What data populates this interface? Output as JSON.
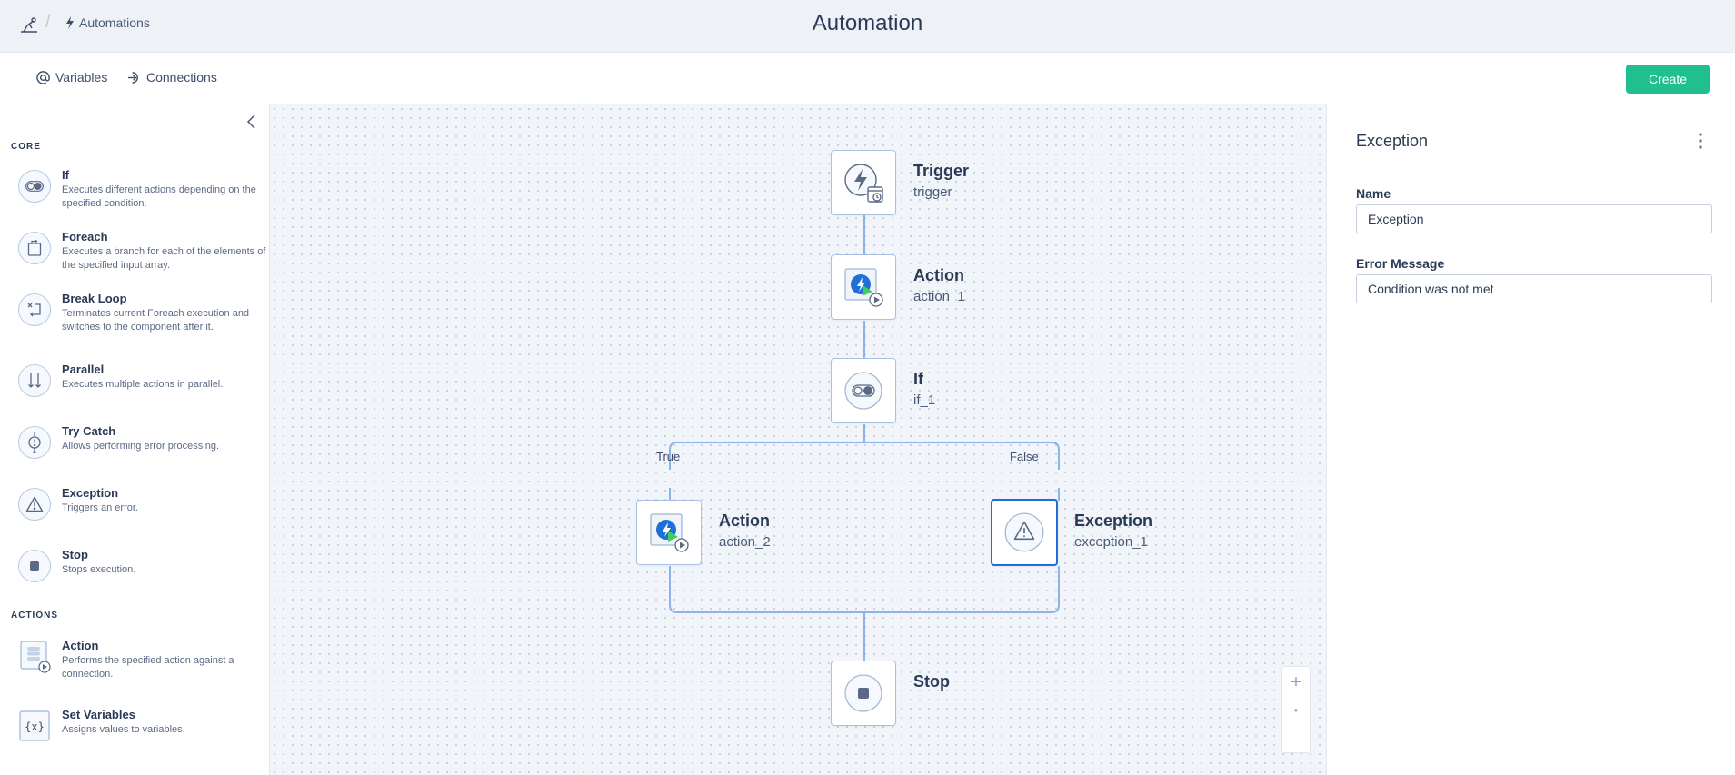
{
  "header": {
    "breadcrumb": "Automations",
    "title": "Automation"
  },
  "toolbar": {
    "variables_label": "Variables",
    "connections_label": "Connections",
    "create_label": "Create"
  },
  "palette": {
    "core_title": "CORE",
    "actions_title": "ACTIONS",
    "core_items": [
      {
        "name": "If",
        "desc": "Executes different actions depending on the specified condition.",
        "icon": "toggle-icon"
      },
      {
        "name": "Foreach",
        "desc": "Executes a branch for each of the elements of the specified input array.",
        "icon": "foreach-icon"
      },
      {
        "name": "Break Loop",
        "desc": "Terminates current Foreach execution and switches to the component after it.",
        "icon": "break-loop-icon"
      },
      {
        "name": "Parallel",
        "desc": "Executes multiple actions in parallel.",
        "icon": "parallel-icon"
      },
      {
        "name": "Try Catch",
        "desc": "Allows performing error processing.",
        "icon": "try-catch-icon"
      },
      {
        "name": "Exception",
        "desc": "Triggers an error.",
        "icon": "warning-icon"
      },
      {
        "name": "Stop",
        "desc": "Stops execution.",
        "icon": "stop-icon"
      }
    ],
    "action_items": [
      {
        "name": "Action",
        "desc": "Performs the specified action against a connection.",
        "icon": "database-play-icon"
      },
      {
        "name": "Set Variables",
        "desc": "Assigns values to variables.",
        "icon": "variables-icon"
      }
    ]
  },
  "flow": {
    "trigger": {
      "title": "Trigger",
      "id": "trigger"
    },
    "action1": {
      "title": "Action",
      "id": "action_1"
    },
    "if": {
      "title": "If",
      "id": "if_1"
    },
    "true_label": "True",
    "false_label": "False",
    "action2": {
      "title": "Action",
      "id": "action_2"
    },
    "exception": {
      "title": "Exception",
      "id": "exception_1"
    },
    "stop": {
      "title": "Stop"
    },
    "zoom_in": "+",
    "zoom_reset": "•",
    "zoom_out": "—"
  },
  "panel": {
    "title": "Exception",
    "name_label": "Name",
    "name_value": "Exception",
    "error_label": "Error Message",
    "error_value": "Condition was not met"
  },
  "colors": {
    "accent": "#1fbf8f",
    "node_border": "#a9c0e4",
    "selected_border": "#1f6fd6",
    "line": "#8fb2e6"
  }
}
